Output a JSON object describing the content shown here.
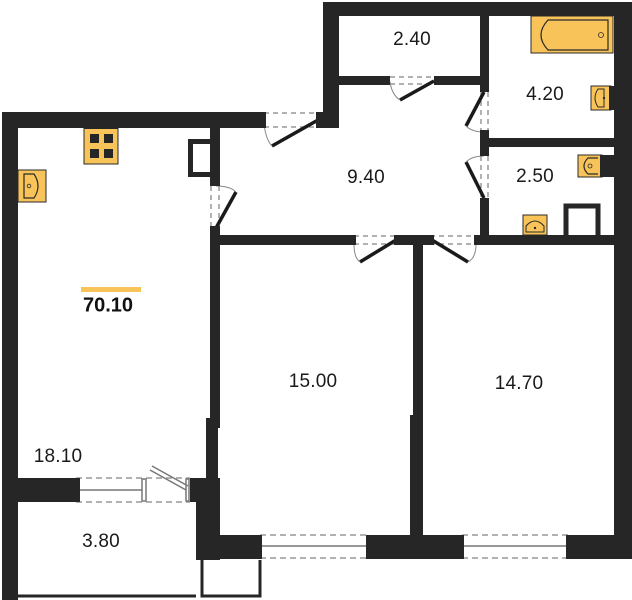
{
  "plan": {
    "total_area": "70.10",
    "colors": {
      "wall": "#262626",
      "fixture_fill": "#f8c45a",
      "fixture_stroke": "#2a2a2a",
      "background": "#ffffff",
      "accent_bar": "#f8c45a"
    },
    "rooms": [
      {
        "id": "kitchen-living",
        "area": "18.10"
      },
      {
        "id": "balcony",
        "area": "3.80"
      },
      {
        "id": "hallway",
        "area": "9.40"
      },
      {
        "id": "storage",
        "area": "2.40"
      },
      {
        "id": "bathroom",
        "area": "4.20"
      },
      {
        "id": "toilet",
        "area": "2.50"
      },
      {
        "id": "bedroom-1",
        "area": "15.00"
      },
      {
        "id": "bedroom-2",
        "area": "14.70"
      }
    ],
    "fixtures": [
      {
        "icon": "stove-icon",
        "room": "kitchen-living"
      },
      {
        "icon": "kitchen-sink-icon",
        "room": "kitchen-living"
      },
      {
        "icon": "bathtub-icon",
        "room": "bathroom"
      },
      {
        "icon": "bathroom-sink-icon",
        "room": "bathroom"
      },
      {
        "icon": "toilet-icon",
        "room": "toilet"
      },
      {
        "icon": "toilet-sink-icon",
        "room": "toilet"
      }
    ]
  }
}
